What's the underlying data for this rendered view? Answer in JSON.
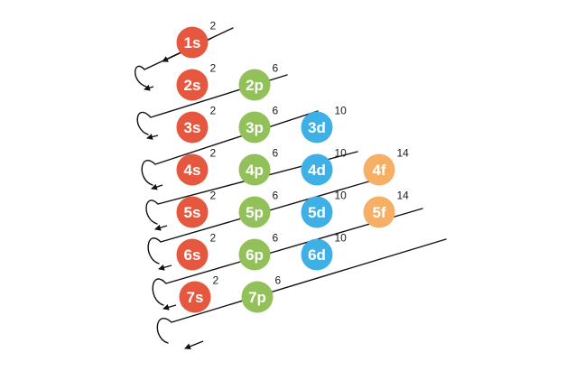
{
  "colors": {
    "s": "#e5573e",
    "p": "#92c15a",
    "d": "#3fb0e6",
    "f": "#f5b065",
    "line": "#111111"
  },
  "orbitals": [
    {
      "row": 1,
      "col": 0,
      "label": "1s",
      "type": "s",
      "electrons": "2"
    },
    {
      "row": 2,
      "col": 0,
      "label": "2s",
      "type": "s",
      "electrons": "2"
    },
    {
      "row": 2,
      "col": 1,
      "label": "2p",
      "type": "p",
      "electrons": "6"
    },
    {
      "row": 3,
      "col": 0,
      "label": "3s",
      "type": "s",
      "electrons": "2"
    },
    {
      "row": 3,
      "col": 1,
      "label": "3p",
      "type": "p",
      "electrons": "6"
    },
    {
      "row": 4,
      "col": 0,
      "label": "4s",
      "type": "s",
      "electrons": "2"
    },
    {
      "row": 4,
      "col": 1,
      "label": "4p",
      "type": "p",
      "electrons": "6"
    },
    {
      "row": 3,
      "col": 2,
      "label": "3d",
      "type": "d",
      "electrons": "10"
    },
    {
      "row": 5,
      "col": 0,
      "label": "5s",
      "type": "s",
      "electrons": "2"
    },
    {
      "row": 5,
      "col": 1,
      "label": "5p",
      "type": "p",
      "electrons": "6"
    },
    {
      "row": 4,
      "col": 2,
      "label": "4d",
      "type": "d",
      "electrons": "10"
    },
    {
      "row": 6,
      "col": 0,
      "label": "6s",
      "type": "s",
      "electrons": "2"
    },
    {
      "row": 6,
      "col": 1,
      "label": "6p",
      "type": "p",
      "electrons": "6"
    },
    {
      "row": 5,
      "col": 2,
      "label": "5d",
      "type": "d",
      "electrons": "10"
    },
    {
      "row": 4,
      "col": 3,
      "label": "4f",
      "type": "f",
      "electrons": "14"
    },
    {
      "row": 7,
      "col": 0,
      "label": "7s",
      "type": "s",
      "electrons": "2"
    },
    {
      "row": 7,
      "col": 1,
      "label": "7p",
      "type": "p",
      "electrons": "6"
    },
    {
      "row": 6,
      "col": 2,
      "label": "6d",
      "type": "d",
      "electrons": "10"
    },
    {
      "row": 5,
      "col": 3,
      "label": "5f",
      "type": "f",
      "electrons": "14"
    }
  ],
  "filling_order": [
    "1s",
    "2s",
    "2p",
    "3s",
    "3p",
    "4s",
    "3d",
    "4p",
    "5s",
    "4d",
    "5p",
    "6s",
    "4f",
    "5d",
    "6p",
    "7s",
    "5f",
    "6d",
    "7p"
  ]
}
